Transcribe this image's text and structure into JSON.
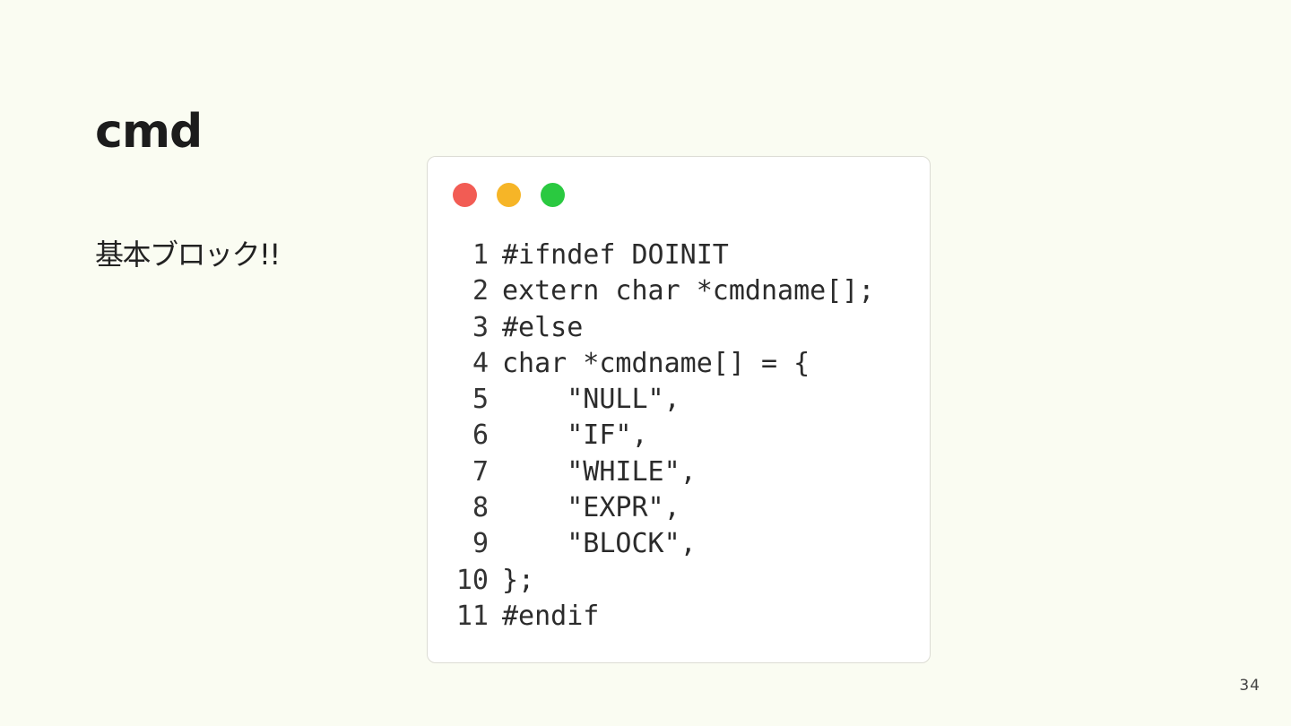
{
  "slide": {
    "title": "cmd",
    "subtitle": "基本ブロック!!",
    "page_number": "34"
  },
  "window_controls": {
    "close_color": "#f25c54",
    "minimize_color": "#f6b527",
    "maximize_color": "#2ac940"
  },
  "code": {
    "lines": [
      {
        "num": "1",
        "text": "#ifndef DOINIT"
      },
      {
        "num": "2",
        "text": "extern char *cmdname[];"
      },
      {
        "num": "3",
        "text": "#else"
      },
      {
        "num": "4",
        "text": "char *cmdname[] = {"
      },
      {
        "num": "5",
        "text": "    \"NULL\","
      },
      {
        "num": "6",
        "text": "    \"IF\","
      },
      {
        "num": "7",
        "text": "    \"WHILE\","
      },
      {
        "num": "8",
        "text": "    \"EXPR\","
      },
      {
        "num": "9",
        "text": "    \"BLOCK\","
      },
      {
        "num": "10",
        "text": "};"
      },
      {
        "num": "11",
        "text": "#endif"
      }
    ]
  }
}
